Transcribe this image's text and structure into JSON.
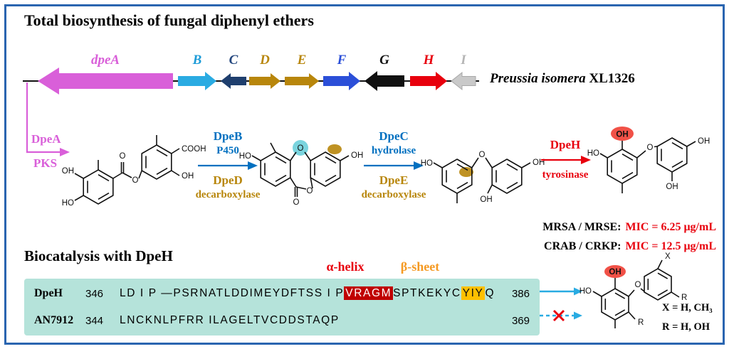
{
  "title": "Total biosynthesis of fungal diphenyl ethers",
  "strain": {
    "species": "Preussia isomera",
    "code": "XL1326"
  },
  "cluster": {
    "genes": [
      {
        "label": "dpeA"
      },
      {
        "label": "B"
      },
      {
        "label": "C"
      },
      {
        "label": "D"
      },
      {
        "label": "E"
      },
      {
        "label": "F"
      },
      {
        "label": "G"
      },
      {
        "label": "H"
      },
      {
        "label": "I"
      }
    ]
  },
  "pathway": {
    "pks_enzyme": "DpeA",
    "pks_role": "PKS",
    "step1": {
      "top_enzyme": "DpeB",
      "top_role": "P450",
      "bottom_enzyme": "DpeD",
      "bottom_role": "decarboxylase"
    },
    "step2": {
      "top_enzyme": "DpeC",
      "top_role": "hydrolase",
      "bottom_enzyme": "DpeE",
      "bottom_role": "decarboxylase"
    },
    "step3": {
      "enzyme": "DpeH",
      "role": "tyrosinase"
    }
  },
  "activity": [
    {
      "strains": "MRSA / MRSE:",
      "mic": "MIC = 6.25 μg/mL"
    },
    {
      "strains": "CRAB / CRKP:",
      "mic": "MIC = 12.5 μg/mL"
    }
  ],
  "biocatalysis": {
    "heading": "Biocatalysis with DpeH",
    "alpha_label": "α-helix",
    "beta_label": "β-sheet",
    "rows": [
      {
        "name": "DpeH",
        "start": "346",
        "seq_pre": "LD I P —PSRNATLDDIMEYDFTSS I P",
        "motif_red": "VRAGM",
        "seq_mid": "SPTKEKYC",
        "motif_yellow": "YIY",
        "seq_post": "Q",
        "end": "386"
      },
      {
        "name": "AN7912",
        "start": "344",
        "seq_pre": "LNCKNLPFRR ILAGELTVCDDSTAQP",
        "end": "369"
      }
    ],
    "legend": {
      "x_line": "X = H, CH₃",
      "r_line": "R = H, OH"
    }
  },
  "chem": {
    "ho": "HO",
    "oh": "OH",
    "o": "O",
    "cooh": "COOH",
    "x": "X",
    "r": "R"
  },
  "colors": {
    "border": "#2a65b0",
    "magenta": "#d95fd9",
    "enzyme_blue": "#0070c0",
    "gold": "#b8860b",
    "red": "#e8000d",
    "orange": "#f59a23",
    "teal_box": "#b5e3da",
    "cyan_arrow": "#29abe2",
    "red_motif_bg": "#c00000",
    "yellow_motif_bg": "#ffc000"
  }
}
